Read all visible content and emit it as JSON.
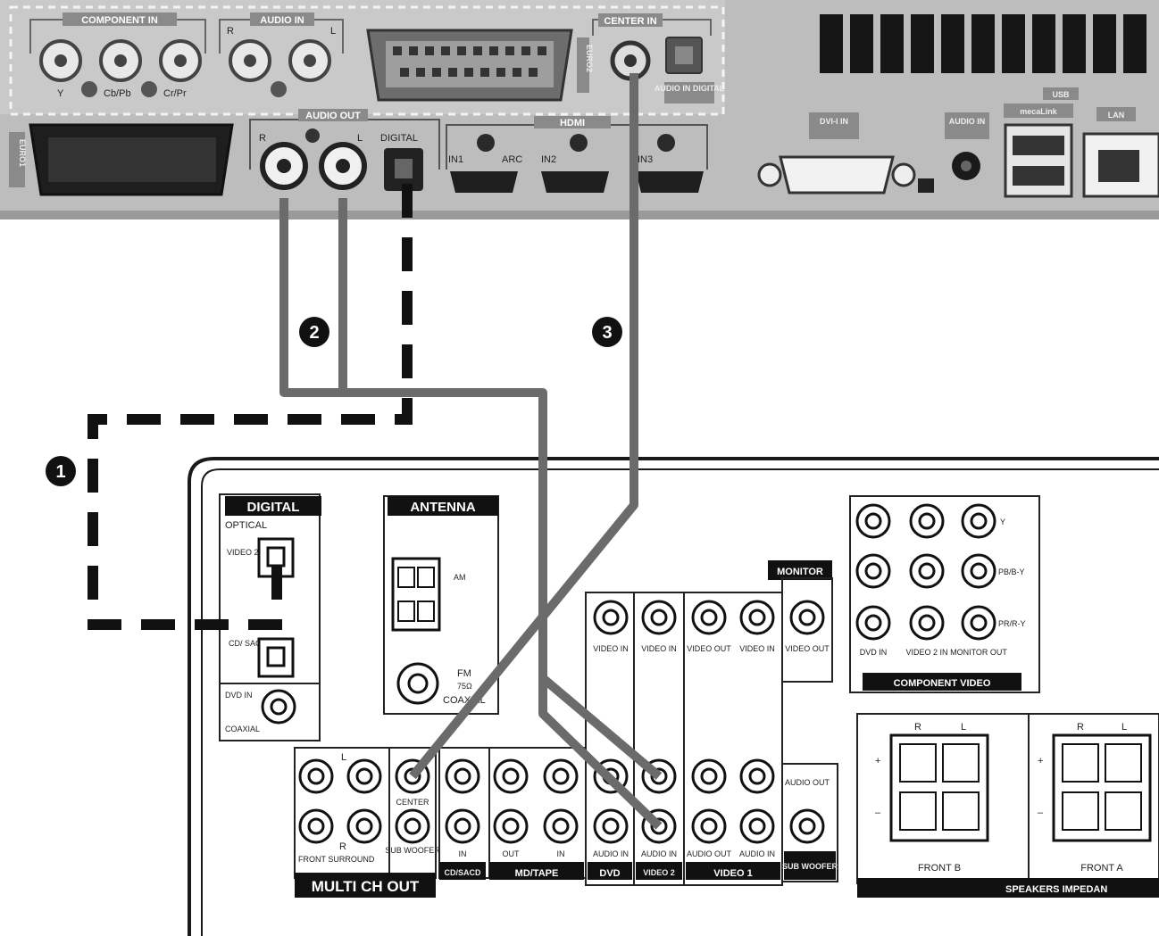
{
  "tv_panel": {
    "component_in": "COMPONENT IN",
    "comp_y": "Y",
    "comp_cb": "Cb/Pb",
    "comp_cr": "Cr/Pr",
    "audio_in": "AUDIO IN",
    "audio_in_r": "R",
    "audio_in_l": "L",
    "euro2": "EURO2",
    "center_in": "CENTER IN",
    "audio_in_digital": "AUDIO IN DIGITAL",
    "euro1": "EURO1",
    "audio_out": "AUDIO OUT",
    "audio_out_r": "R",
    "audio_out_l": "L",
    "digital": "DIGITAL",
    "hdmi": "HDMI",
    "hdmi_in1": "IN1",
    "hdmi_arc": "ARC",
    "hdmi_in2": "IN2",
    "hdmi_in3": "IN3",
    "dvi": "DVI-I IN",
    "audio_in_jack": "AUDIO IN",
    "usb": "USB",
    "mecalink": "mecaLink",
    "lan": "LAN"
  },
  "callouts": {
    "one": "1",
    "two": "2",
    "three": "3"
  },
  "receiver": {
    "digital": "DIGITAL",
    "optical": "OPTICAL",
    "video2_in": "VIDEO 2 IN",
    "cd_sacd_in": "CD/ SACD IN",
    "dvd_in": "DVD IN",
    "coaxial": "COAXIAL",
    "antenna": "ANTENNA",
    "am": "AM",
    "fm": "FM",
    "fm_75": "75Ω",
    "coaxial_fm": "COAXIAL",
    "monitor": "MONITOR",
    "video_in_1": "VIDEO IN",
    "video_in_2": "VIDEO IN",
    "video_out_1": "VIDEO OUT",
    "video_in_3": "VIDEO IN",
    "video_out_monitor": "VIDEO OUT",
    "cv_y": "Y",
    "cv_pb": "PB/B-Y",
    "cv_pr": "PR/R-Y",
    "cv_dvd_in": "DVD IN",
    "cv_video2_in": "VIDEO 2 IN",
    "cv_monitor_out": "MONITOR OUT",
    "component_video": "COMPONENT VIDEO",
    "front_surround": "FRONT SURROUND",
    "center": "CENTER",
    "sub_woofer": "SUB WOOFER",
    "multi_ch_out": "MULTI CH OUT",
    "in": "IN",
    "out": "OUT",
    "in2": "IN",
    "cd_sacd": "CD/SACD",
    "md_tape": "MD/TAPE",
    "audio_in_dvd": "AUDIO IN",
    "audio_in_v2": "AUDIO IN",
    "audio_out_v1": "AUDIO OUT",
    "audio_in_v1": "AUDIO IN",
    "dvd": "DVD",
    "video2": "VIDEO 2",
    "video1": "VIDEO 1",
    "audio_out_sw": "AUDIO OUT",
    "sub_woofer_out": "SUB WOOFER",
    "ch_r": "R",
    "ch_l": "L",
    "front_b": "FRONT B",
    "front_a": "FRONT A",
    "speakers": "SPEAKERS IMPEDAN",
    "plus": "+",
    "minus": "–"
  },
  "colors": {
    "tv_bg": "#bdbdbd",
    "cable": "#6b6b6b",
    "dashed_cable": "#111111",
    "dashed_frame": "#f2f2f2",
    "label_box": "#8a8a8a",
    "receiver_line": "#1a1a1a"
  }
}
